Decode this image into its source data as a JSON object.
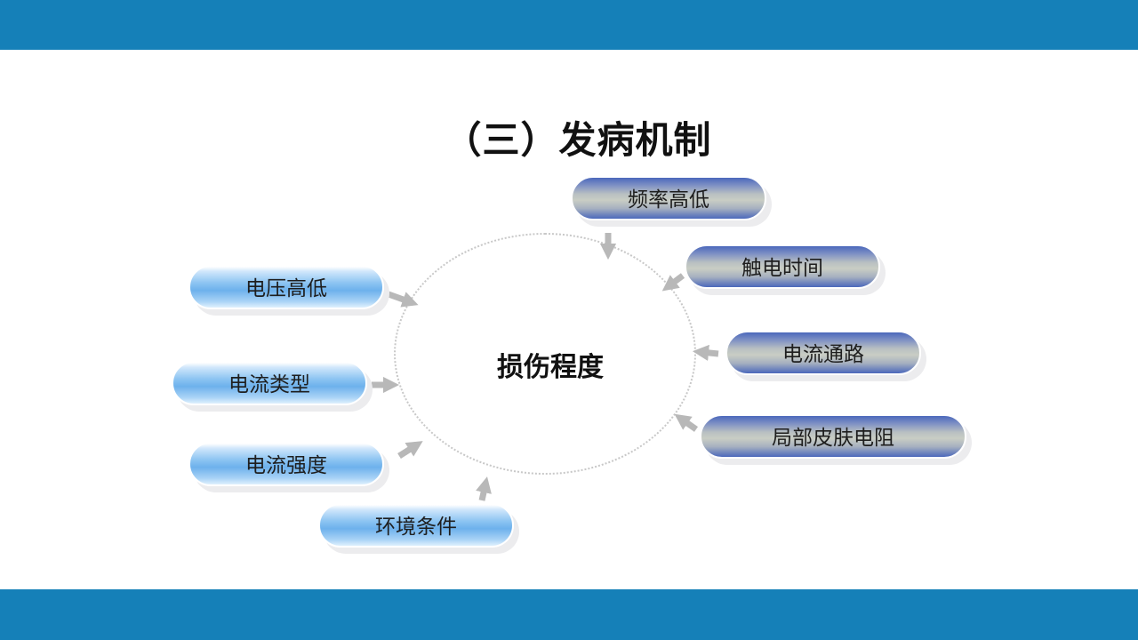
{
  "slide": {
    "title": "（三）发病机制",
    "center_label": "损伤程度"
  },
  "factors_left": [
    "电压高低",
    "电流类型",
    "电流强度",
    "环境条件"
  ],
  "factors_right": [
    "频率高低",
    "触电时间",
    "电流通路",
    "局部皮肤电阻"
  ],
  "colors": {
    "header_band": "#1580b8",
    "left_pill": "#6db1ec",
    "right_pill": "#4b68bb",
    "arrow": "#b8b8b8",
    "ring": "#c8c8c8"
  }
}
